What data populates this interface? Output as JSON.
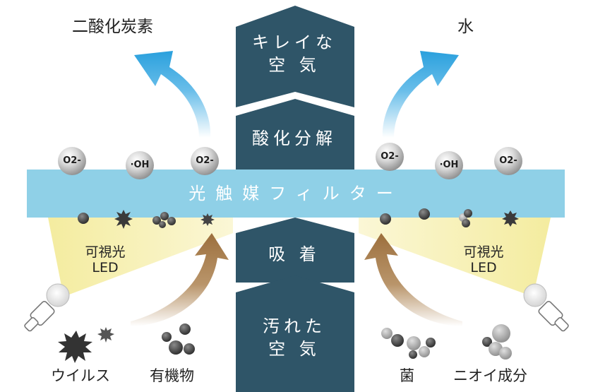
{
  "outputs": {
    "left": "二酸化炭素",
    "right": "水"
  },
  "column": {
    "top": [
      "キレイな",
      "空 気"
    ],
    "upper_middle": "酸化分解",
    "lower_middle": "吸 着",
    "bottom": [
      "汚れた",
      "空 気"
    ]
  },
  "filter": {
    "label": "光触媒フィルター"
  },
  "molecules": [
    "O2-",
    "·OH",
    "O2-",
    "O2-",
    "·OH",
    "O2-"
  ],
  "led": {
    "left": [
      "可視光",
      "LED"
    ],
    "right": [
      "可視光",
      "LED"
    ]
  },
  "pollutants": {
    "virus": "ウイルス",
    "organic": "有機物",
    "bacteria": "菌",
    "odor": "ニオイ成分"
  },
  "colors": {
    "column": "#2f5568",
    "filter": "#8fd0e7",
    "led_light": "#f6efb0",
    "arrow_blue": "#35a7e2",
    "arrow_brown": "#a77a45"
  }
}
